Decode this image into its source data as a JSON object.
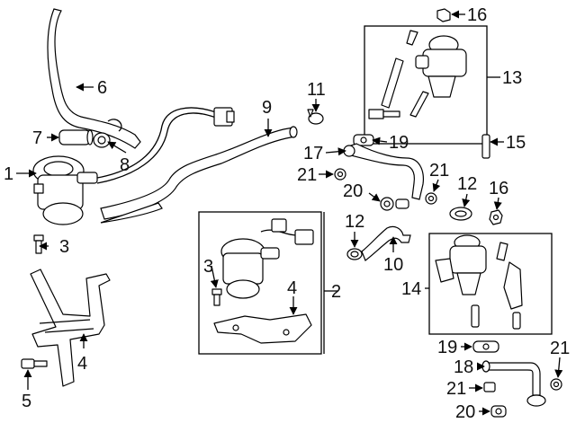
{
  "callouts": [
    {
      "id": "c1",
      "text": "1"
    },
    {
      "id": "c2",
      "text": "2"
    },
    {
      "id": "c3a",
      "text": "3"
    },
    {
      "id": "c3b",
      "text": "3"
    },
    {
      "id": "c4a",
      "text": "4"
    },
    {
      "id": "c4b",
      "text": "4"
    },
    {
      "id": "c5",
      "text": "5"
    },
    {
      "id": "c6",
      "text": "6"
    },
    {
      "id": "c7",
      "text": "7"
    },
    {
      "id": "c8",
      "text": "8"
    },
    {
      "id": "c9",
      "text": "9"
    },
    {
      "id": "c10",
      "text": "10"
    },
    {
      "id": "c11",
      "text": "11"
    },
    {
      "id": "c12a",
      "text": "12"
    },
    {
      "id": "c12b",
      "text": "12"
    },
    {
      "id": "c13",
      "text": "13"
    },
    {
      "id": "c14",
      "text": "14"
    },
    {
      "id": "c15",
      "text": "15"
    },
    {
      "id": "c16a",
      "text": "16"
    },
    {
      "id": "c16b",
      "text": "16"
    },
    {
      "id": "c17",
      "text": "17"
    },
    {
      "id": "c18",
      "text": "18"
    },
    {
      "id": "c19a",
      "text": "19"
    },
    {
      "id": "c19b",
      "text": "19"
    },
    {
      "id": "c20a",
      "text": "20"
    },
    {
      "id": "c20b",
      "text": "20"
    },
    {
      "id": "c21a",
      "text": "21"
    },
    {
      "id": "c21b",
      "text": "21"
    },
    {
      "id": "c21c",
      "text": "21"
    },
    {
      "id": "c21d",
      "text": "21"
    }
  ]
}
